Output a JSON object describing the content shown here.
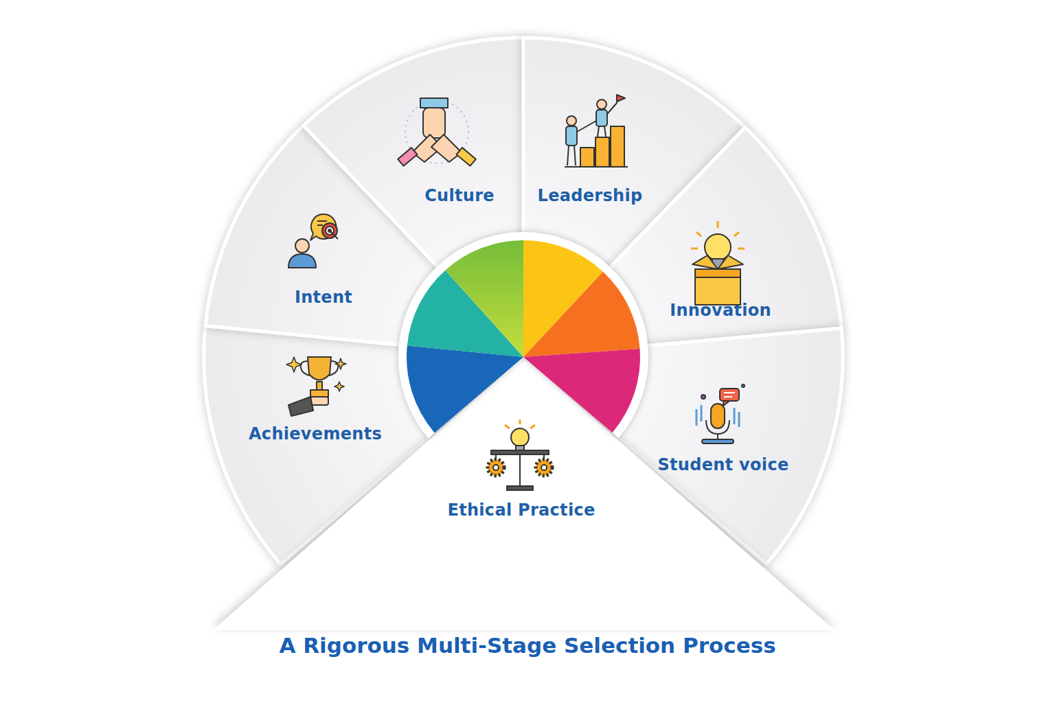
{
  "diagram": {
    "title": "A Rigorous Multi-Stage Selection Process",
    "nodes": [
      {
        "text": [
          "Achievements"
        ]
      },
      {
        "text": [
          "Intent"
        ]
      },
      {
        "text": [
          "Culture"
        ]
      },
      {
        "text": [
          "Leadership"
        ]
      },
      {
        "text": [
          "Innovation"
        ]
      },
      {
        "text": [
          "Student voice"
        ]
      },
      {
        "text": [
          "Ethical Practice"
        ]
      }
    ]
  }
}
